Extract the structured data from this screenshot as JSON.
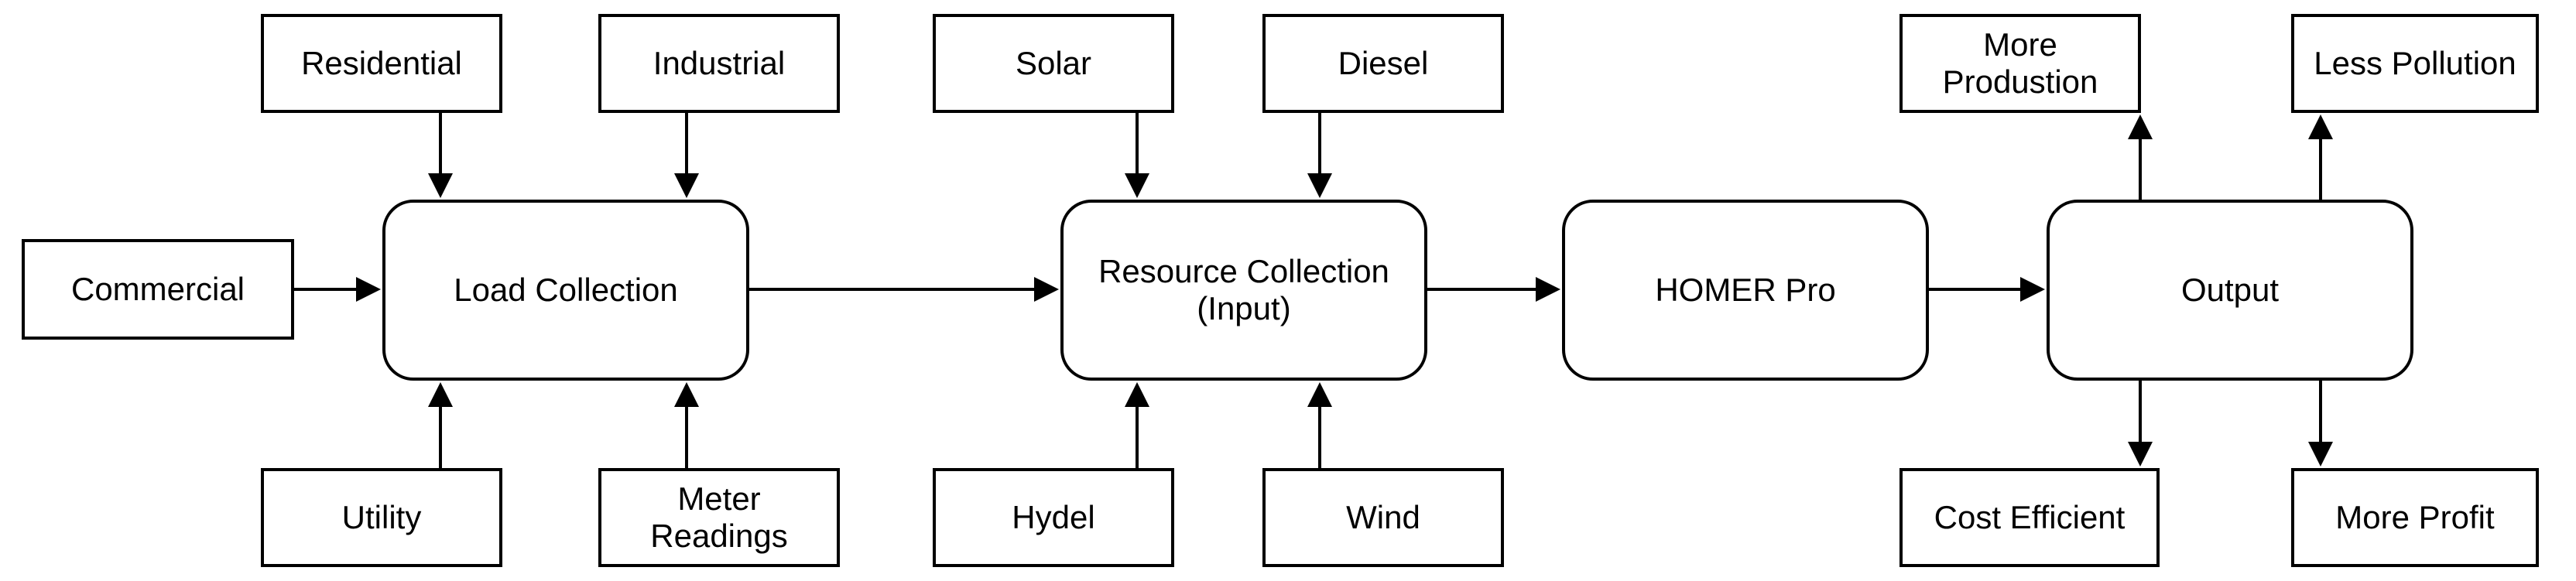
{
  "inputs": {
    "residential": "Residential",
    "industrial": "Industrial",
    "commercial": "Commercial",
    "utility": "Utility",
    "meter_readings": "Meter\nReadings",
    "solar": "Solar",
    "diesel": "Diesel",
    "hydel": "Hydel",
    "wind": "Wind"
  },
  "process": {
    "load_collection": "Load Collection",
    "resource_collection": "Resource Collection\n(Input)",
    "homer_pro": "HOMER Pro",
    "output": "Output"
  },
  "outputs": {
    "more_production": "More\nProdustion",
    "less_pollution": "Less Pollution",
    "cost_efficient": "Cost Efficient",
    "more_profit": "More Profit"
  },
  "colors": {
    "stroke": "#000000",
    "fill": "#ffffff"
  }
}
